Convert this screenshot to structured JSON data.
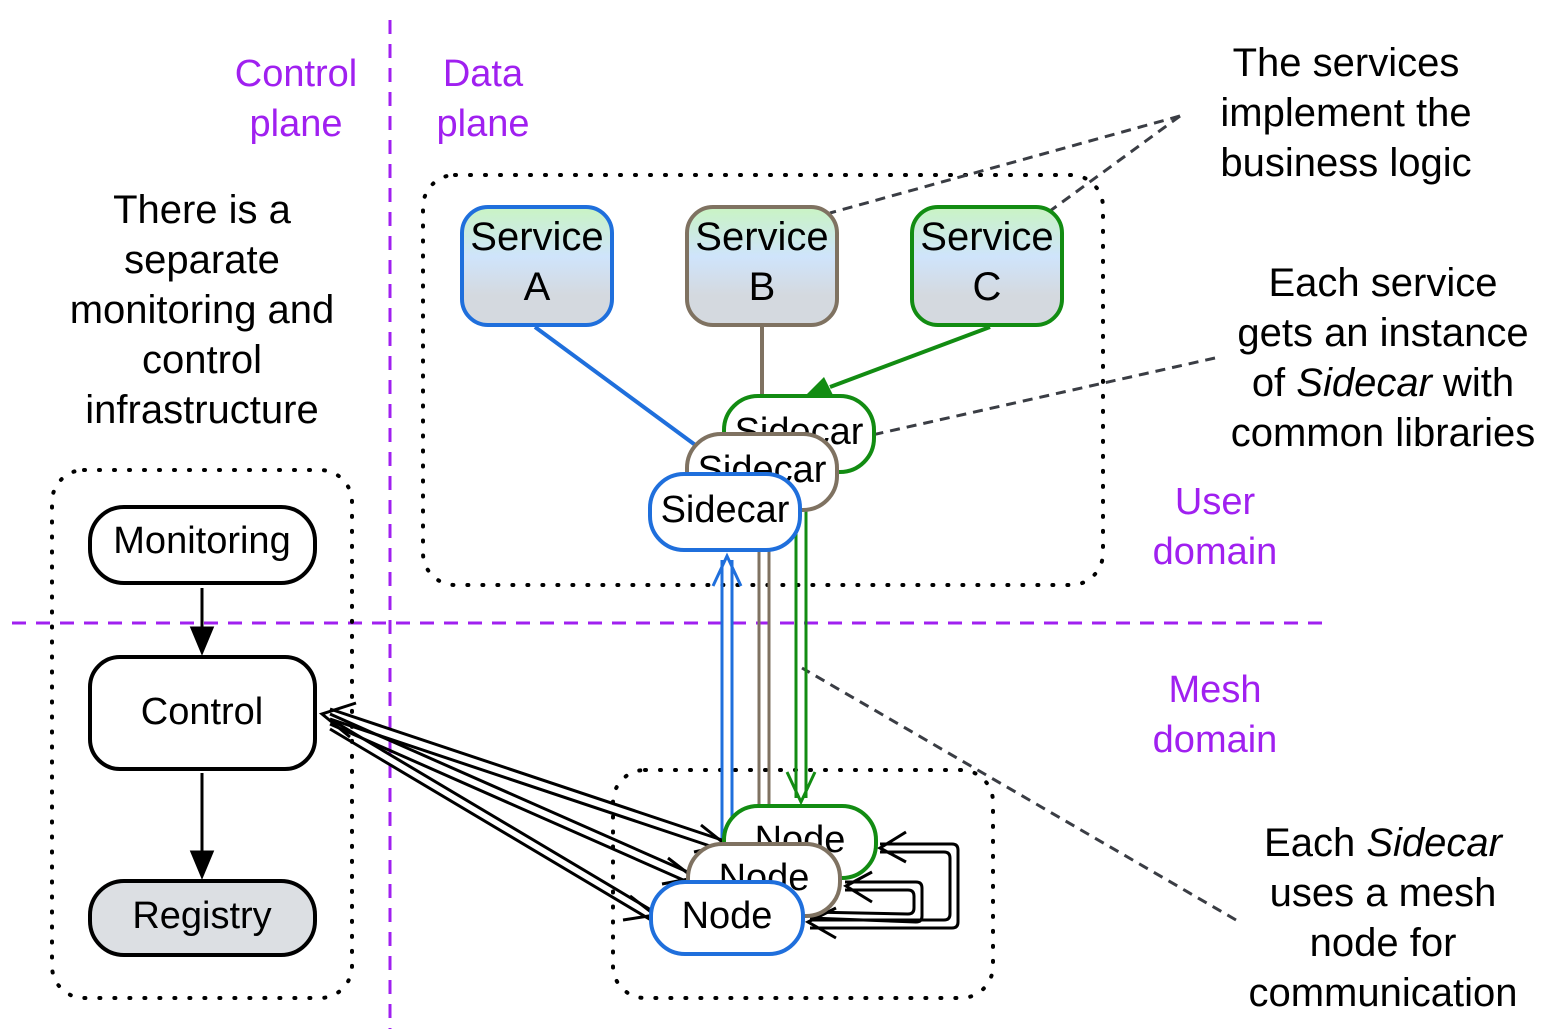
{
  "colors": {
    "region": "#a020f0",
    "blue": "#1f6fdc",
    "brown": "#7f7261",
    "green": "#128c12",
    "registry_fill": "#dcdfe3",
    "service_top": "#c9f4c3",
    "service_mid": "#cfe4fb",
    "service_bottom": "#d4d9df"
  },
  "regions": {
    "control_plane": [
      "Control",
      "plane"
    ],
    "data_plane": [
      "Data",
      "plane"
    ],
    "user_domain": [
      "User",
      "domain"
    ],
    "mesh_domain": [
      "Mesh",
      "domain"
    ]
  },
  "notes": {
    "control_infra": [
      "There is a",
      "separate",
      "monitoring and",
      "control",
      "infrastructure"
    ],
    "services": [
      "The services",
      "implement the",
      "business logic"
    ],
    "sidecar": {
      "line1": "Each service",
      "line2": "gets an instance",
      "line3_pre": "of ",
      "line3_em": "Sidecar",
      "line3_post": " with",
      "line4": "common libraries"
    },
    "mesh": {
      "line1_pre": "Each ",
      "line1_em": "Sidecar",
      "line2": "uses a mesh",
      "line3": "node for",
      "line4": "communication"
    }
  },
  "control_nodes": {
    "monitoring": "Monitoring",
    "control": "Control",
    "registry": "Registry"
  },
  "services": [
    {
      "line1": "Service",
      "line2": "A"
    },
    {
      "line1": "Service",
      "line2": "B"
    },
    {
      "line1": "Service",
      "line2": "C"
    }
  ],
  "sidecars": [
    "Sidecar",
    "Sidecar",
    "Sidecar"
  ],
  "mesh_nodes": [
    "Node",
    "Node",
    "Node"
  ],
  "icons": {
    "arrowhead": "arrowhead-icon",
    "open_arrowhead": "open-arrowhead-icon"
  }
}
